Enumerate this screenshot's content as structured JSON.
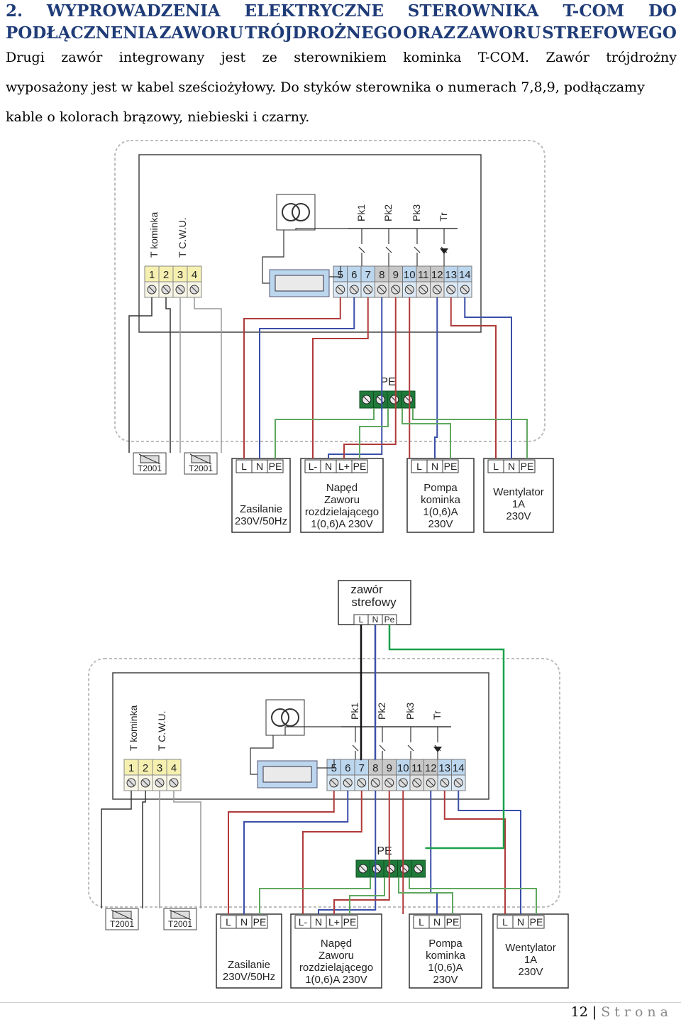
{
  "heading": {
    "line1_words": [
      "2.",
      "WYPROWADZENIA",
      "ELEKTRYCZNE",
      "STEROWNIKA",
      "T-COM",
      "DO"
    ],
    "line2_words": [
      "PODŁĄCZNENIA",
      "ZAWORU",
      "TRÓJDROŻNEGO",
      "ORAZ",
      "ZAWORU",
      "STREFOWEGO"
    ]
  },
  "intro": {
    "line1_words": [
      "Drugi",
      "zawór",
      "integrowany",
      "jest",
      "ze",
      "sterownikiem",
      "kominka",
      "T-COM.",
      "Zawór",
      "trójdrożny"
    ],
    "line2": "wyposażony jest w kabel sześciożyłowy. Do styków sterownika o numerach 7,8,9, podłączamy",
    "line3": "kable o kolorach brązowy, niebieski i czarny."
  },
  "diagram": {
    "sensor_labels": [
      "T kominka",
      "T C.W.U."
    ],
    "relay_labels": [
      "Pk1",
      "Pk2",
      "Pk3",
      "Tr"
    ],
    "terminals_left": [
      "1",
      "2",
      "3",
      "4"
    ],
    "terminals_right": [
      "5",
      "6",
      "7",
      "8",
      "9",
      "10",
      "11",
      "12",
      "13",
      "14"
    ],
    "pe_label": "PE",
    "sensor_box": "T2001",
    "zawor_strefowy": {
      "title_1": "zawór",
      "title_2": "strefowy",
      "pins": [
        "L",
        "N",
        "Pe"
      ]
    },
    "devices": [
      {
        "pins": [
          "L",
          "N",
          "PE"
        ],
        "lines": [
          "Zasilanie",
          "230V/50Hz"
        ]
      },
      {
        "pins": [
          "L-",
          "N",
          "L+",
          "PE"
        ],
        "lines": [
          "Napęd",
          "Zaworu",
          "rozdzielającego",
          "1(0,6)A 230V"
        ]
      },
      {
        "pins": [
          "L",
          "N",
          "PE"
        ],
        "lines": [
          "Pompa",
          "kominka",
          "1(0,6)A",
          "230V"
        ]
      },
      {
        "pins": [
          "L",
          "N",
          "PE"
        ],
        "lines": [
          "Wentylator",
          "1A",
          "230V"
        ]
      }
    ],
    "colors": {
      "brown": "#b03a3a",
      "blue": "#3a4fa8",
      "green": "#5fa860",
      "black": "#111111",
      "yellow": "#f6f0b0",
      "lightblue": "#bcd6ee",
      "grey": "#c8c8c8",
      "pe_green": "#1f7a3a",
      "zone_green": "#1aa04a"
    }
  },
  "footer": {
    "page": "12",
    "separator": "|",
    "word": "Strona"
  }
}
